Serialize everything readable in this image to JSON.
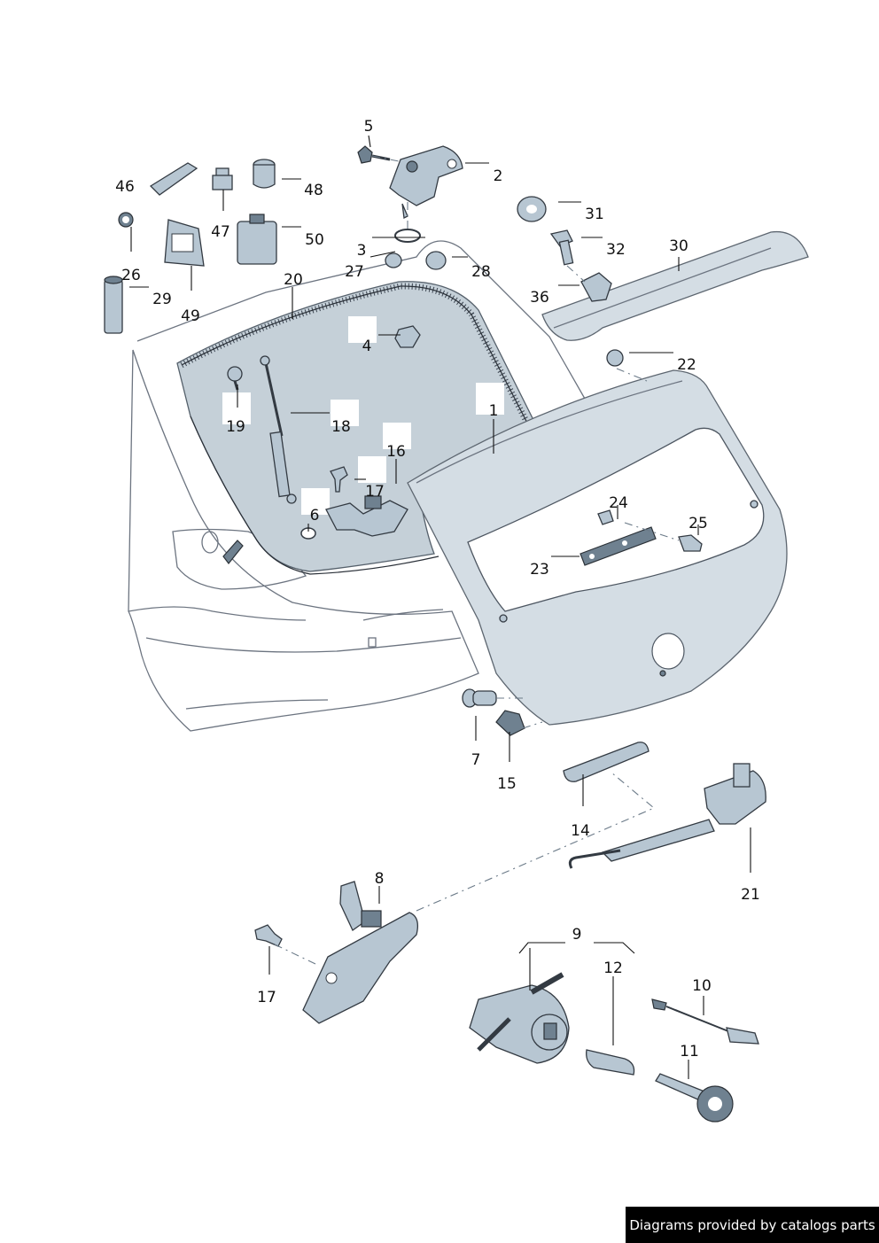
{
  "footer": {
    "text": "Diagrams provided by catalogs parts"
  },
  "labels": {
    "l1": "1",
    "l2": "2",
    "l3": "3",
    "l4": "4",
    "l5": "5",
    "l6": "6",
    "l7": "7",
    "l8": "8",
    "l9": "9",
    "l10": "10",
    "l11": "11",
    "l12": "12",
    "l14": "14",
    "l15": "15",
    "l16": "16",
    "l17a": "17",
    "l17b": "17",
    "l18": "18",
    "l19": "19",
    "l20": "20",
    "l21": "21",
    "l22": "22",
    "l23": "23",
    "l24": "24",
    "l25": "25",
    "l26": "26",
    "l27": "27",
    "l28": "28",
    "l29": "29",
    "l30": "30",
    "l31": "31",
    "l32": "32",
    "l36": "36",
    "l46": "46",
    "l47": "47",
    "l48": "48",
    "l49": "49",
    "l50": "50"
  }
}
